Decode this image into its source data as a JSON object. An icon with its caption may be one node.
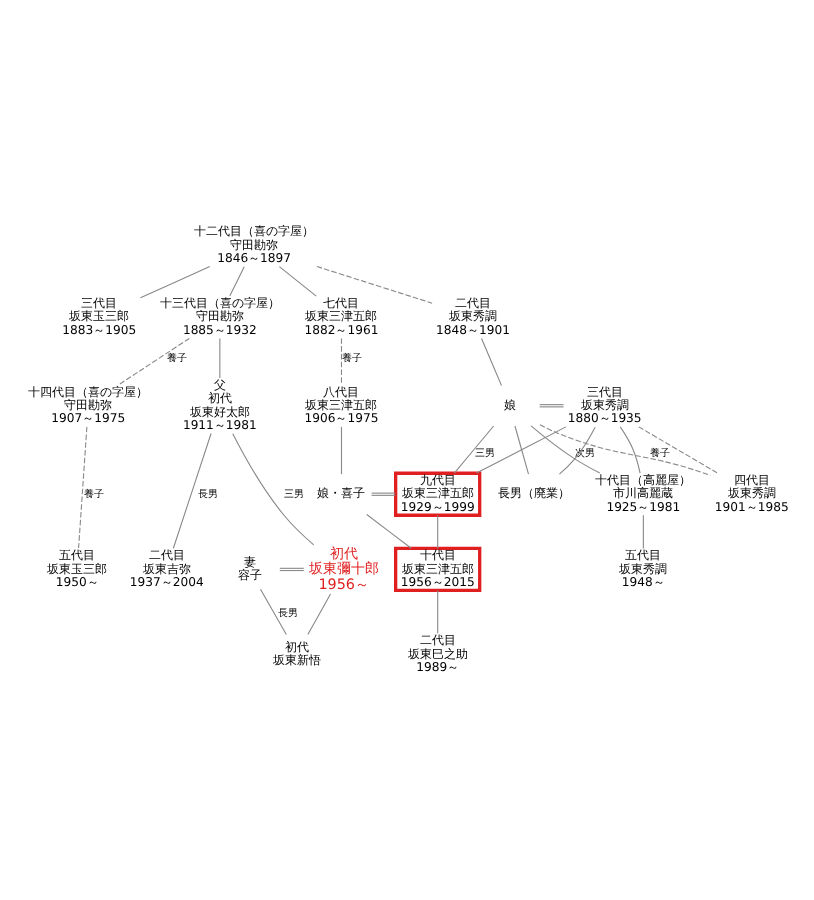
{
  "diagram": {
    "nodes": [
      {
        "text": [
          "十二代目（喜の字屋）",
          "守田勘弥",
          "1846～1897"
        ]
      },
      {
        "text": [
          "三代目",
          "坂東玉三郎",
          "1883～1905"
        ]
      },
      {
        "text": [
          "十三代目（喜の字屋）",
          "守田勘弥",
          "1885～1932"
        ]
      },
      {
        "text": [
          "七代目",
          "坂東三津五郎",
          "1882～1961"
        ]
      },
      {
        "text": [
          "二代目",
          "坂東秀調",
          "1848～1901"
        ]
      },
      {
        "text": [
          "十四代目（喜の字屋）",
          "守田勘弥",
          "1907～1975"
        ]
      },
      {
        "text": [
          "父",
          "初代",
          "坂東好太郎",
          "1911～1981"
        ]
      },
      {
        "text": [
          "八代目",
          "坂東三津五郎",
          "1906～1975"
        ]
      },
      {
        "text": [
          "娘"
        ]
      },
      {
        "text": [
          "三代目",
          "坂東秀調",
          "1880～1935"
        ]
      },
      {
        "text": [
          "娘・喜子"
        ]
      },
      {
        "text": [
          "九代目",
          "坂東三津五郎",
          "1929～1999"
        ]
      },
      {
        "text": [
          "長男（廃業）"
        ]
      },
      {
        "text": [
          "五代目",
          "坂東玉三郎",
          "1950～"
        ]
      },
      {
        "text": [
          "二代目",
          "坂東吉弥",
          "1937～2004"
        ]
      },
      {
        "text": [
          "十代目",
          "坂東三津五郎",
          "1956～2015"
        ]
      },
      {
        "text": [
          "十代目（高麗屋）",
          "市川高麗蔵",
          "1925～1981"
        ]
      },
      {
        "text": [
          "四代目",
          "坂東秀調",
          "1901～1985"
        ]
      },
      {
        "text": [
          "妻",
          "容子"
        ]
      },
      {
        "text": [
          "初代",
          "坂東彌十郎",
          "1956～"
        ]
      },
      {
        "text": [
          "初代",
          "坂東新悟"
        ]
      },
      {
        "text": [
          "二代目",
          "坂東巳之助",
          "1989～"
        ]
      },
      {
        "text": [
          "五代目",
          "坂東秀調",
          "1948～"
        ]
      }
    ],
    "edges": [
      {
        "from": 0,
        "to": 1,
        "arrow": "none"
      },
      {
        "from": 0,
        "to": 2,
        "arrow": "none"
      },
      {
        "from": 0,
        "to": 3,
        "arrow": "none"
      },
      {
        "from": 0,
        "to": 4,
        "arrow": "none",
        "style": "dashed"
      },
      {
        "from": 2,
        "to": 5,
        "arrow": "none",
        "style": "dashed",
        "label": "養子"
      },
      {
        "from": 2,
        "to": 6,
        "arrow": "none"
      },
      {
        "from": 3,
        "to": 7,
        "arrow": "none",
        "style": "dashed",
        "label": "養子"
      },
      {
        "from": 4,
        "to": 8,
        "arrow": "none"
      },
      {
        "from": 8,
        "to": 9,
        "arrow": "none"
      },
      {
        "from": 7,
        "to": 10,
        "arrow": "none"
      },
      {
        "from": 10,
        "to": 11,
        "arrow": "none"
      },
      {
        "from": 8,
        "to": 11,
        "arrow": "none",
        "label": "三男"
      },
      {
        "from": 9,
        "to": 11,
        "arrow": "none"
      },
      {
        "from": 8,
        "to": 12,
        "arrow": "none"
      },
      {
        "from": 9,
        "to": 12,
        "arrow": "none"
      },
      {
        "from": 8,
        "to": 16,
        "arrow": "none",
        "label": "次男"
      },
      {
        "from": 9,
        "to": 16,
        "arrow": "none"
      },
      {
        "from": 8,
        "to": 17,
        "arrow": "none",
        "style": "dashed",
        "label": "養子"
      },
      {
        "from": 9,
        "to": 17,
        "arrow": "none",
        "style": "dashed"
      },
      {
        "from": 5,
        "to": 13,
        "arrow": "none",
        "style": "dashed",
        "label": "養子"
      },
      {
        "from": 6,
        "to": 14,
        "arrow": "none",
        "label": "長男"
      },
      {
        "from": 6,
        "to": 19,
        "arrow": "none",
        "label": "三男"
      },
      {
        "from": 10,
        "to": 15,
        "arrow": "none"
      },
      {
        "from": 11,
        "to": 15,
        "arrow": "none"
      },
      {
        "from": 18,
        "to": 19,
        "arrow": "none"
      },
      {
        "from": 18,
        "to": 20,
        "arrow": "none",
        "label": "長男"
      },
      {
        "from": 19,
        "to": 20,
        "arrow": "none"
      },
      {
        "from": 15,
        "to": 21,
        "arrow": "none"
      },
      {
        "from": 16,
        "to": 22,
        "arrow": "none"
      }
    ]
  }
}
